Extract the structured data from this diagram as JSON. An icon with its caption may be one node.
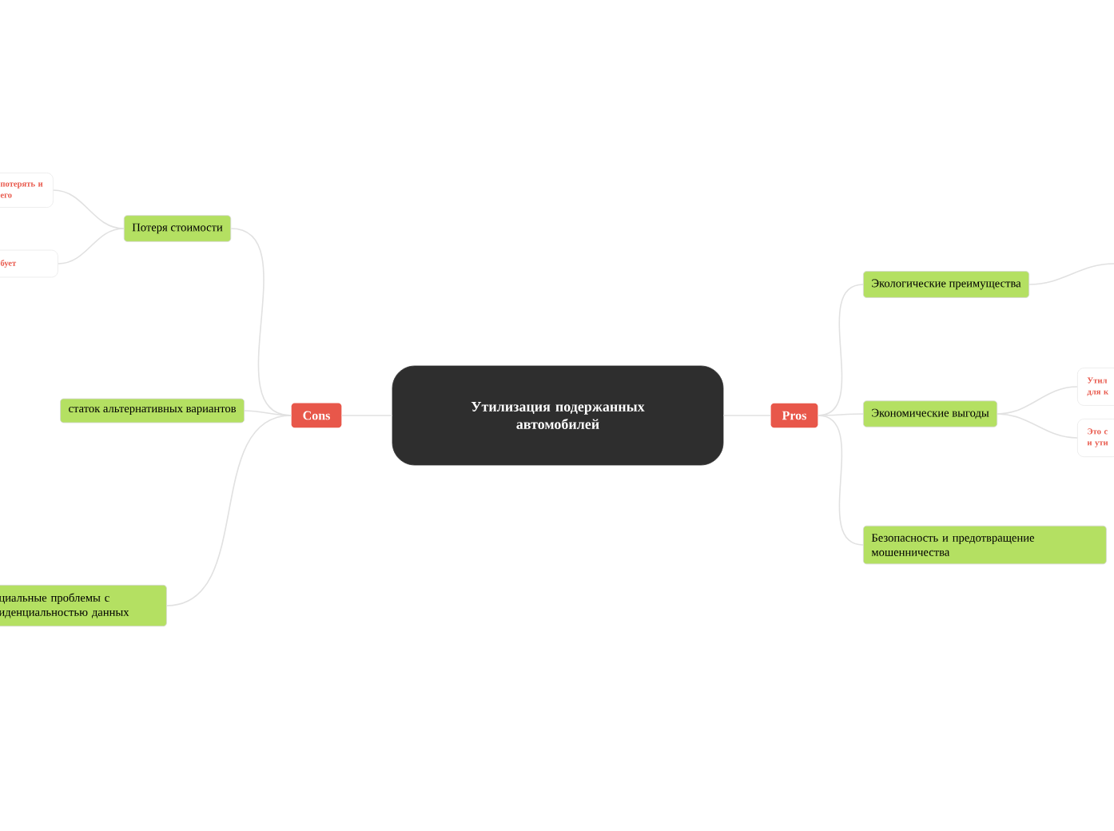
{
  "diagram": {
    "nodes": [
      {
        "text": [
          "Утилизация подержанных автомобилей"
        ]
      },
      {
        "text": [
          "Cons"
        ]
      },
      {
        "text": [
          "Pros"
        ]
      },
      {
        "text": [
          "Потеря стоимости"
        ]
      },
      {
        "text": [
          "потерять и его"
        ]
      },
      {
        "text": [
          "бует"
        ]
      },
      {
        "text": [
          "статок альтернативных вариантов"
        ]
      },
      {
        "text": [
          "циальные проблемы с иденциальностью данных"
        ]
      },
      {
        "text": [
          "Экологические преимущества"
        ]
      },
      {
        "text": [
          "Экономические выгоды"
        ]
      },
      {
        "text": [
          "Утил для к"
        ]
      },
      {
        "text": [
          "Это с и ути"
        ]
      },
      {
        "text": [
          "Безопасность и предотвращение мошенничества"
        ]
      }
    ],
    "edges": [
      {
        "from": 0,
        "to": 1,
        "arrow": "none"
      },
      {
        "from": 0,
        "to": 2,
        "arrow": "none"
      },
      {
        "from": 1,
        "to": 3,
        "arrow": "none"
      },
      {
        "from": 1,
        "to": 6,
        "arrow": "none"
      },
      {
        "from": 1,
        "to": 7,
        "arrow": "none"
      },
      {
        "from": 3,
        "to": 4,
        "arrow": "none"
      },
      {
        "from": 3,
        "to": 5,
        "arrow": "none"
      },
      {
        "from": 2,
        "to": 8,
        "arrow": "none"
      },
      {
        "from": 2,
        "to": 9,
        "arrow": "none"
      },
      {
        "from": 2,
        "to": 12,
        "arrow": "none"
      },
      {
        "from": 9,
        "to": 10,
        "arrow": "none"
      },
      {
        "from": 9,
        "to": 11,
        "arrow": "none"
      },
      {
        "from": 8,
        "to": null,
        "arrow": "none"
      }
    ]
  }
}
